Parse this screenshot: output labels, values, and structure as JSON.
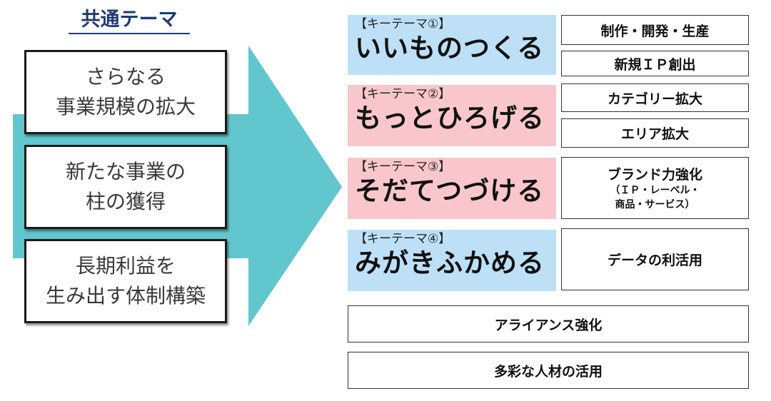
{
  "common_theme": {
    "heading": "共通テーマ",
    "goals": [
      {
        "line1": "さらなる",
        "line2": "事業規模の拡大"
      },
      {
        "line1": "新たな事業の",
        "line2": "柱の獲得"
      },
      {
        "line1": "長期利益を",
        "line2": "生み出す体制構築"
      }
    ]
  },
  "key_themes": [
    {
      "tag": "【キーテーマ①】",
      "name": "いいものつくる",
      "color": "#bde0f7",
      "items": [
        {
          "label": "制作・開発・生産"
        },
        {
          "label": "新規ＩＰ創出"
        }
      ]
    },
    {
      "tag": "【キーテーマ②】",
      "name": "もっとひろげる",
      "color": "#f9c7cb",
      "items": [
        {
          "label": "カテゴリー拡大"
        },
        {
          "label": "エリア拡大"
        }
      ]
    },
    {
      "tag": "【キーテーマ③】",
      "name": "そだてつづける",
      "color": "#f9c7cb",
      "items": [
        {
          "label": "ブランド力強化",
          "sub1": "（ＩＰ・レーベル・",
          "sub2": "商品・サービス）"
        }
      ]
    },
    {
      "tag": "【キーテーマ④】",
      "name": "みがきふかめる",
      "color": "#bde0f7",
      "items": [
        {
          "label": "データの利活用"
        }
      ]
    }
  ],
  "bottom_items": [
    {
      "label": "アライアンス強化"
    },
    {
      "label": "多彩な人材の活用"
    }
  ],
  "colors": {
    "arrow": "#62c6ce",
    "heading": "#1f3b73"
  }
}
